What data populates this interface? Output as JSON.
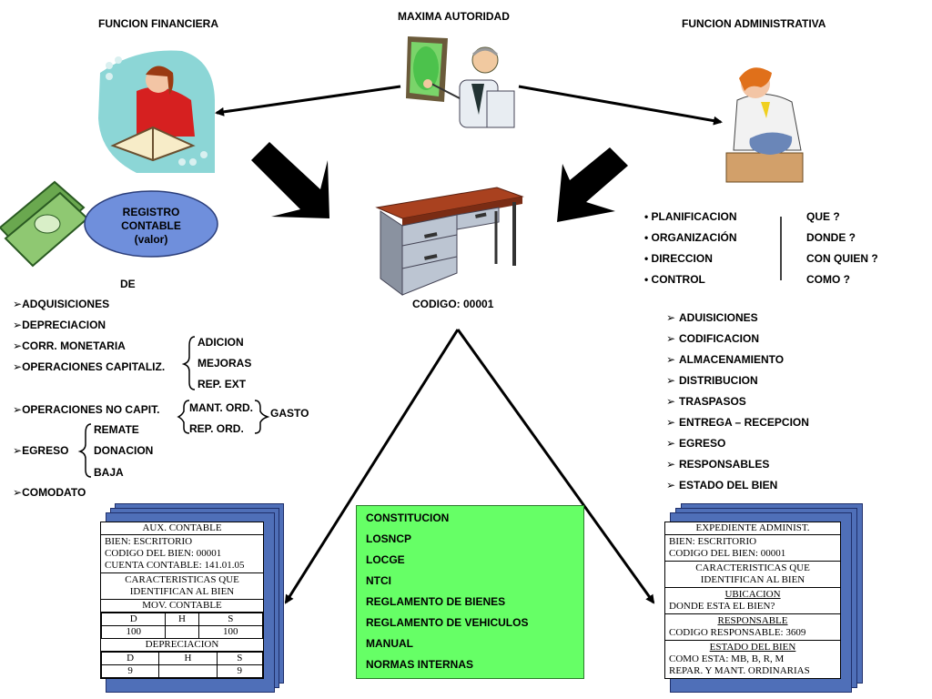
{
  "headers": {
    "maxima": "MAXIMA AUTORIDAD",
    "financiera": "FUNCION FINANCIERA",
    "administrativa": "FUNCION ADMINISTRATIVA"
  },
  "registro": {
    "line1": "REGISTRO",
    "line2": "CONTABLE",
    "line3": "(valor)"
  },
  "de_label": "DE",
  "codigo": "CODIGO: 00001",
  "fin_items": [
    "ADQUISICIONES",
    "DEPRECIACION",
    "CORR. MONETARIA",
    "OPERACIONES CAPITALIZ.",
    "OPERACIONES NO CAPIT.",
    "EGRESO",
    "COMODATO"
  ],
  "capitaliz_sub": [
    "ADICION",
    "MEJORAS",
    "REP. EXT"
  ],
  "nocapit_sub": [
    "MANT. ORD.",
    "REP. ORD."
  ],
  "gasto": "GASTO",
  "egreso_sub": [
    "REMATE",
    "DONACION",
    "BAJA"
  ],
  "admin_funcs": [
    "PLANIFICACION",
    "ORGANIZACIÓN",
    "DIRECCION",
    "CONTROL"
  ],
  "admin_questions": [
    "QUE ?",
    "DONDE ?",
    "CON QUIEN ?",
    "COMO ?"
  ],
  "admin_items": [
    "ADUISICIONES",
    "CODIFICACION",
    "ALMACENAMIENTO",
    "DISTRIBUCION",
    "TRASPASOS",
    "ENTREGA – RECEPCION",
    "EGRESO",
    "RESPONSABLES",
    "ESTADO DEL BIEN"
  ],
  "legal": [
    "CONSTITUCION",
    "LOSNCP",
    "LOCGE",
    "NTCI",
    "REGLAMENTO DE BIENES",
    "REGLAMENTO DE VEHICULOS",
    "MANUAL",
    "NORMAS INTERNAS"
  ],
  "aux_doc": {
    "title": "AUX. CONTABLE",
    "bien": "BIEN: ESCRITORIO",
    "codigo": "CODIGO DEL BIEN: 00001",
    "cuenta": "CUENTA CONTABLE: 141.01.05",
    "carac1": "CARACTERISTICAS QUE",
    "carac2": "IDENTIFICAN AL BIEN",
    "mov": "MOV. CONTABLE",
    "cols": [
      "D",
      "H",
      "S"
    ],
    "mov_vals": [
      "100",
      "",
      "100"
    ],
    "dep": "DEPRECIACION",
    "dep_vals": [
      "9",
      "",
      "9"
    ]
  },
  "exp_doc": {
    "title": "EXPEDIENTE ADMINIST.",
    "bien": "BIEN: ESCRITORIO",
    "codigo": "CODIGO DEL BIEN: 00001",
    "carac1": "CARACTERISTICAS QUE",
    "carac2": "IDENTIFICAN AL BIEN",
    "ubic": "UBICACION",
    "donde": "DONDE ESTA EL BIEN?",
    "resp": "RESPONSABLE",
    "resp_code": "CODIGO RESPONSABLE: 3609",
    "estado": "ESTADO DEL BIEN",
    "como": "COMO ESTA: MB, B, R, M",
    "repar": "REPAR. Y MANT. ORDINARIAS"
  },
  "colors": {
    "doc_blue": "#4f6fb8",
    "legal_green": "#66ff66",
    "oval_blue": "#6f8fdc"
  }
}
